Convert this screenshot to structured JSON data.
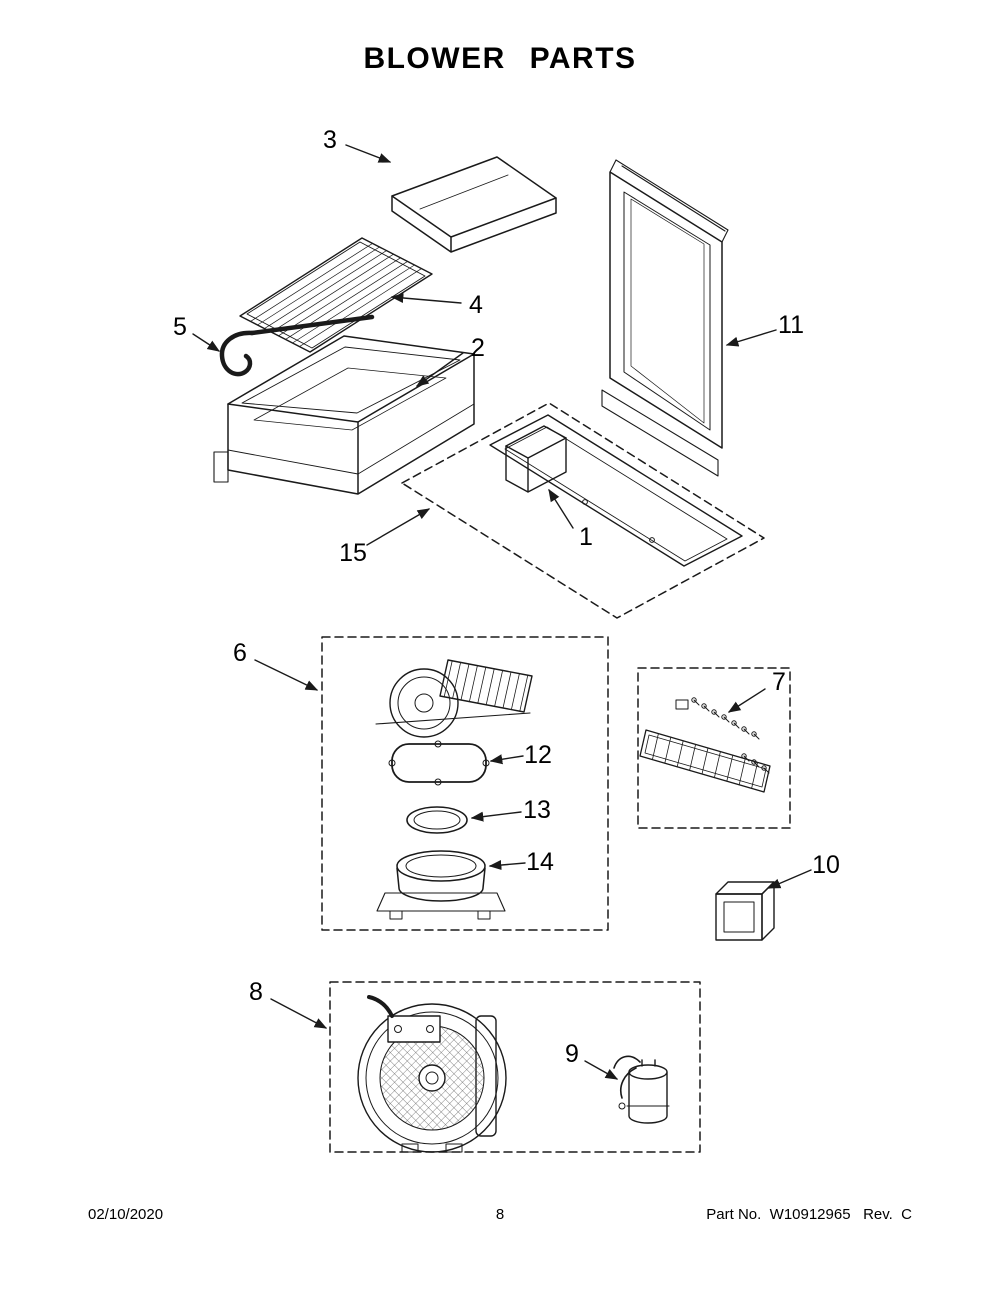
{
  "title": "BLOWER PARTS",
  "callouts": {
    "c1": {
      "label": "1"
    },
    "c2": {
      "label": "2"
    },
    "c3": {
      "label": "3"
    },
    "c4": {
      "label": "4"
    },
    "c5": {
      "label": "5"
    },
    "c6": {
      "label": "6"
    },
    "c7": {
      "label": "7"
    },
    "c8": {
      "label": "8"
    },
    "c9": {
      "label": "9"
    },
    "c10": {
      "label": "10"
    },
    "c11": {
      "label": "11"
    },
    "c12": {
      "label": "12"
    },
    "c13": {
      "label": "13"
    },
    "c14": {
      "label": "14"
    },
    "c15": {
      "label": "15"
    }
  },
  "footer": {
    "date": "02/10/2020",
    "page_number": "8",
    "part_no_label": "Part No.",
    "part_number": "W10912965",
    "rev_label": "Rev.",
    "rev_value": "C"
  }
}
